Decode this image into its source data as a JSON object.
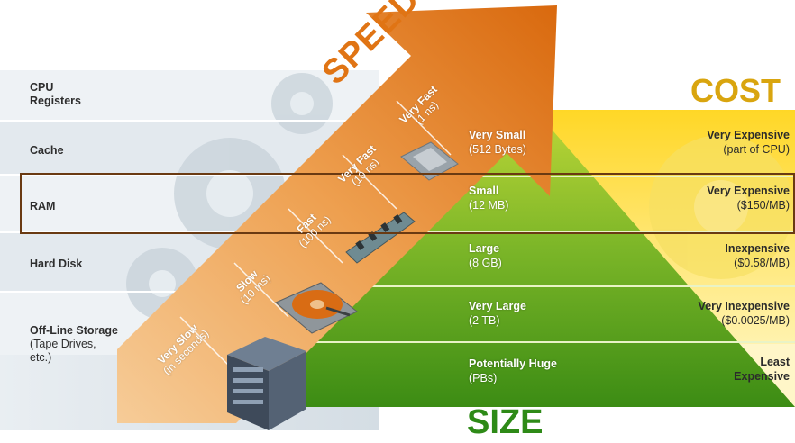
{
  "titles": {
    "speed": "SPEED",
    "cost": "COST",
    "size": "SIZE"
  },
  "colors": {
    "speed": "#e07414",
    "cost": "#d9a50f",
    "size": "#2e8a17",
    "highlight": "#6a3a12"
  },
  "levels": [
    {
      "name": "CPU\nRegisters",
      "speed": "Very Fast",
      "speed_detail": "(1 ns)",
      "size": "Very Small",
      "size_detail": "(512 Bytes)",
      "cost": "Very Expensive",
      "cost_detail": "(part of CPU)",
      "icon": "cpu-chip-icon"
    },
    {
      "name": "Cache",
      "speed": "Very Fast",
      "speed_detail": "(10 ns)",
      "size": "Small",
      "size_detail": "(12 MB)",
      "cost": "Very Expensive",
      "cost_detail": "($150/MB)",
      "icon": "ram-module-icon"
    },
    {
      "name": "RAM",
      "speed": "Fast",
      "speed_detail": "(100 ns)",
      "size": "Large",
      "size_detail": "(8 GB)",
      "cost": "Inexpensive",
      "cost_detail": "($0.58/MB)",
      "icon": "hard-disk-icon"
    },
    {
      "name": "Hard Disk",
      "speed": "Slow",
      "speed_detail": "(10 ms)",
      "size": "Very Large",
      "size_detail": "(2 TB)",
      "cost": "Very Inexpensive",
      "cost_detail": "($0.0025/MB)",
      "icon": "server-icon"
    },
    {
      "name": "Off-Line Storage",
      "name_detail": "(Tape Drives,\netc.)",
      "speed": "Very Slow",
      "speed_detail": "(in seconds)",
      "size": "Potentially Huge",
      "size_detail": "(PBs)",
      "cost": "Least\nExpensive"
    }
  ],
  "highlighted_row": "RAM"
}
